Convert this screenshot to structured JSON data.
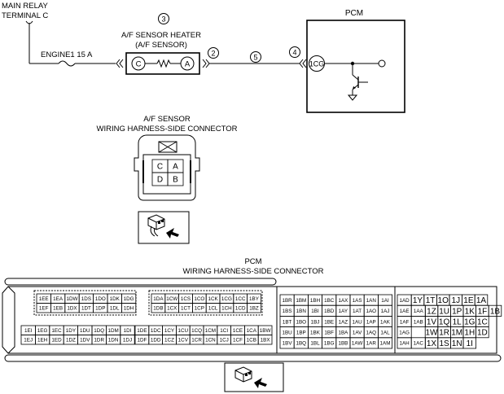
{
  "labels": {
    "main_relay_line1": "MAIN RELAY",
    "main_relay_line2": "TERMINAL C",
    "fuse": "ENGINE1 15 A",
    "heater_line1": "A/F SENSOR HEATER",
    "heater_line2": "(A/F SENSOR)",
    "pcm": "PCM",
    "term_c": "C",
    "term_a": "A",
    "pcm_terminal": "1CG",
    "callout_3": "3",
    "callout_2": "2",
    "callout_5": "5",
    "callout_4": "4"
  },
  "af_connector": {
    "title_line1": "A/F SENSOR",
    "title_line2": "WIRING HARNESS-SIDE CONNECTOR",
    "pins": [
      "C",
      "A",
      "D",
      "B"
    ]
  },
  "pcm_connector": {
    "title_line1": "PCM",
    "title_line2": "WIRING HARNESS-SIDE CONNECTOR",
    "blockA_top": [
      [
        "1EE",
        "1EA",
        "1DW",
        "1DS",
        "1DO",
        "1DK",
        "1DG"
      ],
      [
        "1EF",
        "1EB",
        "1DX",
        "1DT",
        "1DP",
        "1DL",
        "1DH"
      ]
    ],
    "blockA_bottom": [
      [
        "1EI",
        "1EG",
        "1EC",
        "1DY",
        "1DU",
        "1DQ",
        "1DM",
        "1DI"
      ],
      [
        "1EJ",
        "1EH",
        "1ED",
        "1DZ",
        "1DV",
        "1DR",
        "1DN",
        "1DJ"
      ]
    ],
    "blockB_top": [
      [
        "1DA",
        "1CW",
        "1CS",
        "1CO",
        "1CK",
        "1CG",
        "1CC",
        "1BY"
      ],
      [
        "1DB",
        "1CX",
        "1CT",
        "1CP",
        "1CL",
        "1CH",
        "1CD",
        "1BZ"
      ]
    ],
    "blockB_bottom": [
      [
        "1DE",
        "1DC",
        "1CY",
        "1CU",
        "1CQ",
        "1CM",
        "1CI",
        "1CE",
        "1CA",
        "1BW"
      ],
      [
        "1DF",
        "1DD",
        "1CZ",
        "1CV",
        "1CR",
        "1CN",
        "1CJ",
        "1CF",
        "1CB",
        "1BX"
      ]
    ],
    "blockC": [
      [
        "1BR",
        "1BM",
        "1BH",
        "1BC",
        "1AX",
        "1AS",
        "1AN",
        "1AI"
      ],
      [
        "1BS",
        "1BN",
        "1BI",
        "1BD",
        "1AY",
        "1AT",
        "1AO",
        "1AJ"
      ],
      [
        "1BT",
        "1BO",
        "1BJ",
        "1BE",
        "1AZ",
        "1AU",
        "1AP",
        "1AK"
      ],
      [
        "1BU",
        "1BP",
        "1BK",
        "1BF",
        "1BA",
        "1AV",
        "1AQ",
        "1AL"
      ],
      [
        "1BV",
        "1BQ",
        "1BL",
        "1BG",
        "1BB",
        "1AW",
        "1AR",
        "1AM"
      ]
    ],
    "blockD_small": [
      "1AD",
      "1AE",
      "1AF",
      "1AG",
      "1AH"
    ],
    "blockD_small2": [
      "1AA",
      "1AB",
      "1AC"
    ],
    "blockD": [
      [
        "1Y",
        "1T",
        "1O",
        "1J",
        "1E",
        "1A"
      ],
      [
        "1Z",
        "1U",
        "1P",
        "1K",
        "1F",
        "1B"
      ],
      [
        "1V",
        "1Q",
        "1L",
        "1G",
        "1C"
      ],
      [
        "1W",
        "1R",
        "1M",
        "1H",
        "1D"
      ],
      [
        "1X",
        "1S",
        "1N",
        "1I"
      ]
    ]
  }
}
